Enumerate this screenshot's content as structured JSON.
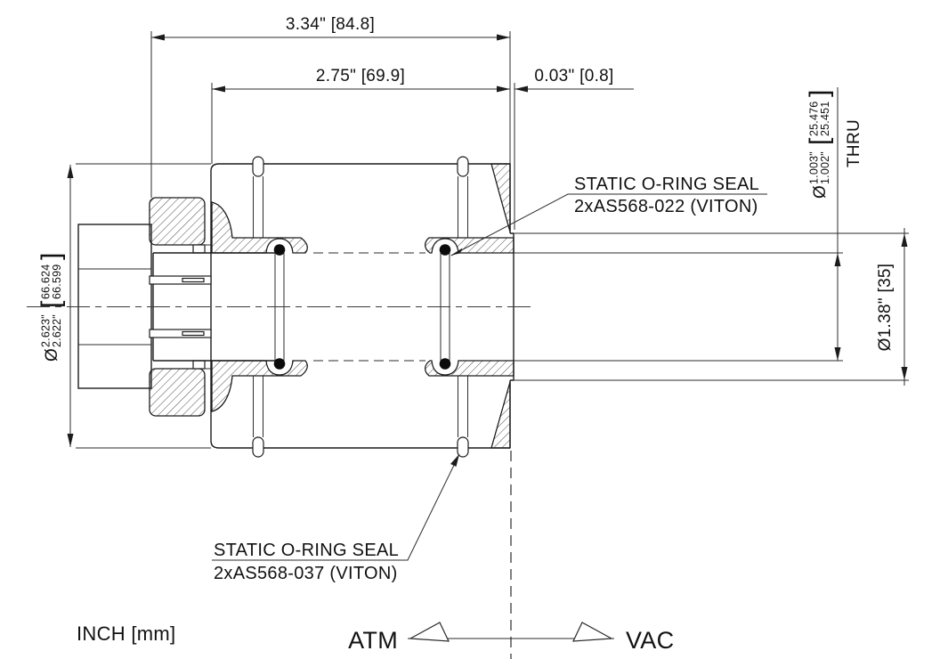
{
  "labels": {
    "units": "INCH [mm]",
    "atm": "ATM",
    "vac": "VAC"
  },
  "dimensions": {
    "overall_length": "3.34\" [84.8]",
    "insert_length": "2.75\" [69.9]",
    "face_offset": "0.03\" [0.8]",
    "body_diameter": {
      "symbol": "Ø",
      "inch_max": "2.623\"",
      "inch_min": "2.622\"",
      "bracket_open": "[",
      "mm_max": "66.624",
      "mm_min": "66.599",
      "bracket_close": "]"
    },
    "bore_diameter": {
      "symbol": "Ø",
      "inch_max": "1.003\"",
      "inch_min": "1.002\"",
      "bracket_open": "[",
      "mm_max": "25.476",
      "mm_min": "25.451",
      "bracket_close": "]",
      "note": "THRU"
    },
    "boss_diameter": "Ø1.38\" [35]"
  },
  "callouts": {
    "bore_seal": {
      "line1": "STATIC O-RING SEAL",
      "line2": "2xAS568-022 (VITON)"
    },
    "od_seal": {
      "line1": "STATIC O-RING SEAL",
      "line2": "2xAS568-037 (VITON)"
    }
  },
  "colors": {
    "line": "#1c1c1c",
    "background": "#ffffff"
  }
}
